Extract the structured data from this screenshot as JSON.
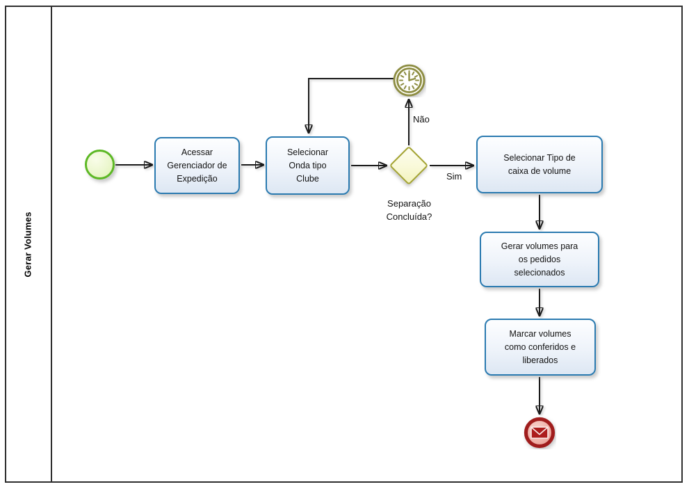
{
  "diagram": {
    "type": "bpmn-process",
    "lane": {
      "title": "Gerar Volumes"
    },
    "start_event": {
      "icon": "start-event-circle"
    },
    "tasks": [
      {
        "label": "Acessar\nGerenciador de\nExpedição"
      },
      {
        "label": "Selecionar\nOnda tipo\nClube"
      },
      {
        "label": "Selecionar Tipo de\ncaixa de volume"
      },
      {
        "label": "Gerar volumes para\nos pedidos\nselecionados"
      },
      {
        "label": "Marcar volumes\ncomo conferidos e\nliberados"
      }
    ],
    "gateway": {
      "label": "Separação\nConcluída?"
    },
    "edges": {
      "no_label": "Não",
      "yes_label": "Sim"
    },
    "timer_event": {
      "icon": "timer-clock-icon"
    },
    "end_event": {
      "icon": "message-envelope-icon"
    },
    "colors": {
      "task_border": "#2a7ab0",
      "task_fill": "#e9eff9",
      "start_border": "#5cb824",
      "start_fill": "#ecf7cf",
      "gateway_border": "#a4a432",
      "gateway_fill": "#f9f9d8",
      "timer_border": "#8d8d42",
      "end_border": "#a01d1d",
      "end_fill": "#f3c3bc",
      "connector": "#1a1a1a",
      "lane_border": "#2e2e2e"
    }
  }
}
